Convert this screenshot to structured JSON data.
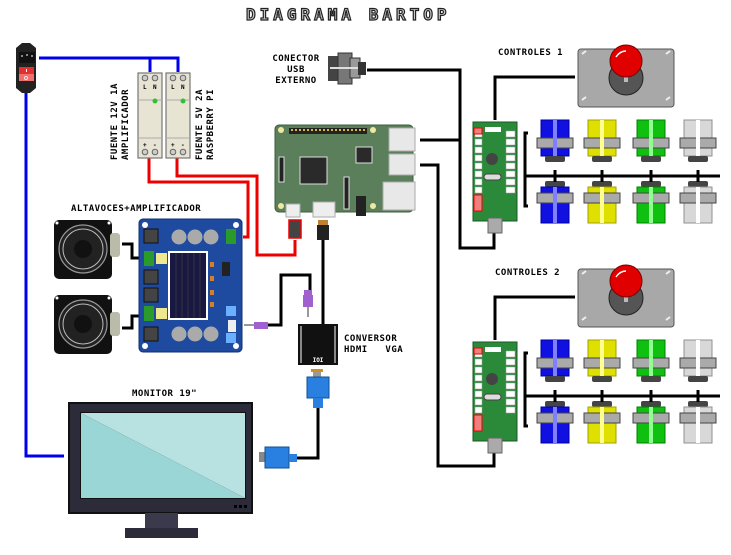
{
  "title": "DIAGRAMA BARTOP",
  "labels": {
    "psu_12v_line1": "FUENTE 12V 1A",
    "psu_12v_line2": "AMPLIFICADOR",
    "psu_5v_line1": "FUENTE 5V 2A",
    "psu_5v_line2": "RASPBERRY PI",
    "usb_connector": [
      "CONECTOR",
      "USB",
      "EXTERNO"
    ],
    "controls_1": "CONTROLES 1",
    "controls_2": "CONTROLES 2",
    "speakers_amp": "ALTAVOCES+AMPLIFICADOR",
    "converter": [
      "CONVERSOR",
      "HDMI   VGA"
    ],
    "monitor": "MONITOR 19\"",
    "psu_terminal_top": [
      "L",
      "N"
    ],
    "psu_terminal_bottom": [
      "+",
      "-"
    ],
    "converter_logo": "IOI"
  },
  "components": [
    {
      "id": "power-inlet-switch",
      "icon": "power-switch-icon"
    },
    {
      "id": "psu-12v",
      "icon": "psu-icon"
    },
    {
      "id": "psu-5v",
      "icon": "psu-icon"
    },
    {
      "id": "raspberry-pi",
      "icon": "raspberry-pi-board-icon"
    },
    {
      "id": "usb-panel-connector",
      "icon": "usb-connector-icon"
    },
    {
      "id": "amplifier-board",
      "icon": "amplifier-board-icon"
    },
    {
      "id": "speaker-1",
      "icon": "speaker-icon"
    },
    {
      "id": "speaker-2",
      "icon": "speaker-icon"
    },
    {
      "id": "hdmi-vga-converter",
      "icon": "converter-icon"
    },
    {
      "id": "monitor",
      "icon": "monitor-icon"
    },
    {
      "id": "usb-encoder-1",
      "icon": "usb-encoder-icon"
    },
    {
      "id": "usb-encoder-2",
      "icon": "usb-encoder-icon"
    },
    {
      "id": "joystick-1",
      "icon": "joystick-icon"
    },
    {
      "id": "joystick-2",
      "icon": "joystick-icon"
    }
  ],
  "buttons": {
    "colors": [
      "blue",
      "yellow",
      "green",
      "white"
    ],
    "palette": {
      "blue": {
        "main": "#1010e0",
        "light": "#8080ff",
        "dark": "#0000a0"
      },
      "yellow": {
        "main": "#e0e000",
        "light": "#ffff90",
        "dark": "#a0a000"
      },
      "green": {
        "main": "#10c010",
        "light": "#90ff90",
        "dark": "#008000"
      },
      "white": {
        "main": "#d8d8d8",
        "light": "#ffffff",
        "dark": "#909090"
      }
    },
    "rows_per_panel": 2
  },
  "wires": {
    "mains_color": "#0000ee",
    "dc_color": "#ee0000",
    "signal_color": "#000000",
    "audio_jack_color": "#a060d0"
  }
}
